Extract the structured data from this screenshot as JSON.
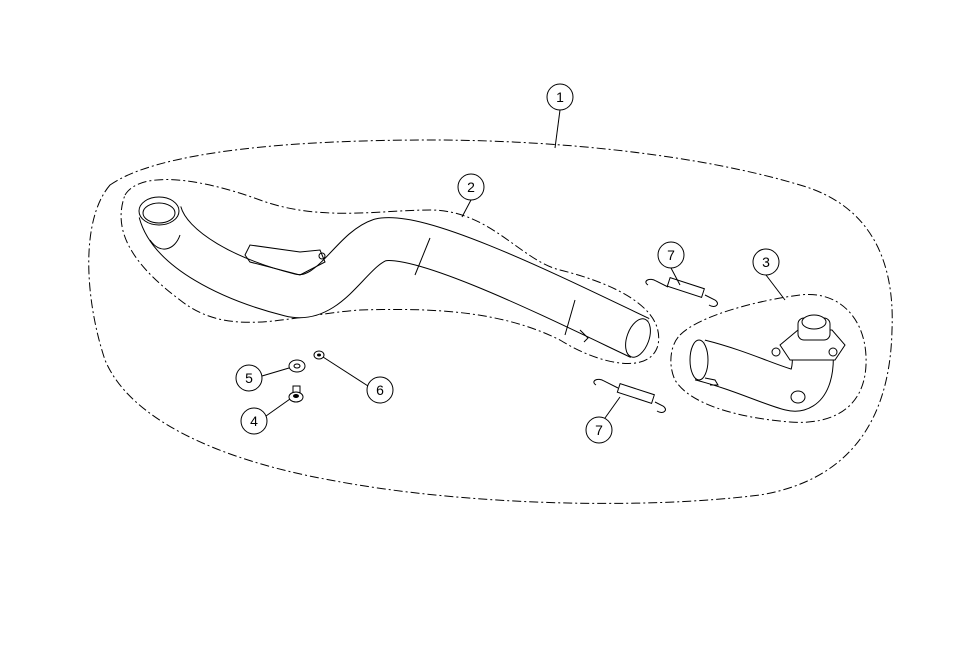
{
  "diagram": {
    "callouts": [
      {
        "id": "1",
        "label": "1"
      },
      {
        "id": "2",
        "label": "2"
      },
      {
        "id": "3",
        "label": "3"
      },
      {
        "id": "4",
        "label": "4"
      },
      {
        "id": "5",
        "label": "5"
      },
      {
        "id": "6",
        "label": "6"
      },
      {
        "id": "7a",
        "label": "7"
      },
      {
        "id": "7b",
        "label": "7"
      }
    ],
    "line_color": "#000000",
    "background": "#ffffff"
  }
}
